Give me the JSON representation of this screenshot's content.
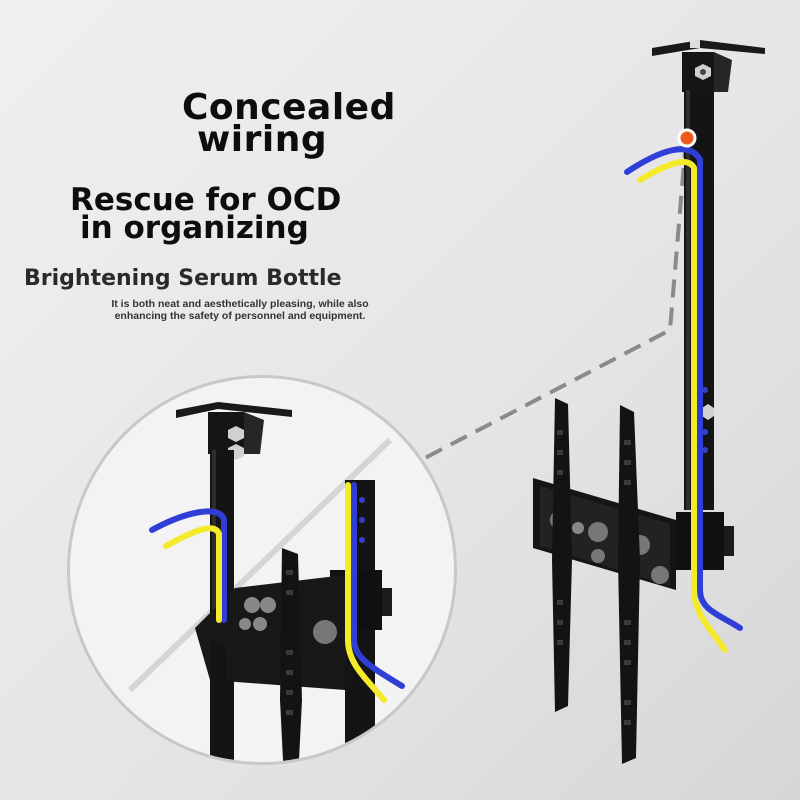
{
  "headline": {
    "line1": "Concealed",
    "line2": "wiring",
    "line3": "Rescue for OCD",
    "line4": "in organizing"
  },
  "subtitle": "Brightening Serum Bottle",
  "description": {
    "line1": "It is both neat and aesthetically pleasing, while also",
    "line2": "enhancing the safety of personnel and equipment."
  },
  "colors": {
    "background": "#e6e6e8",
    "mount_metal": "#141414",
    "cable_blue": "#2f3fd6",
    "cable_yellow": "#f4ea2a",
    "marker_dot": "#f05a1a",
    "dashed_line": "#8a8a8a",
    "zoom_circle_fill": "#f3f3f3"
  },
  "icons": [
    "ceiling-bracket-icon",
    "orange-marker-dot",
    "zoom-circle"
  ]
}
